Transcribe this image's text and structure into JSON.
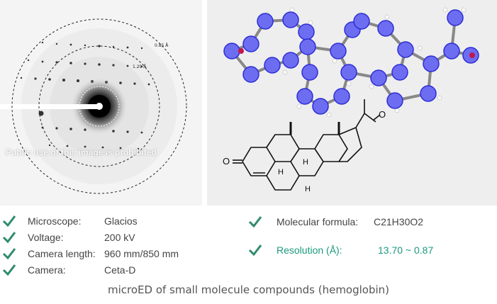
{
  "diffraction": {
    "ring_labels": [
      "0.85 Å",
      "1.29 Å"
    ],
    "watermark": "Public use of this image is prohibited"
  },
  "specs": {
    "microscope": {
      "label": "Microscope:",
      "value": "Glacios"
    },
    "voltage": {
      "label": "Voltage:",
      "value": "200 kV"
    },
    "camera_length": {
      "label": "Camera length:",
      "value": "960 mm/850 mm"
    },
    "camera": {
      "label": "Camera:",
      "value": "Ceta-D"
    }
  },
  "molecule": {
    "formula_label": "Molecular formula:",
    "formula_value": "C21H30O2",
    "resolution_label": "Resolution (Å):",
    "resolution_value": "13.70 ~ 0.87"
  },
  "structure_labels": {
    "oxygen": "O",
    "hydrogen": "H"
  },
  "caption": "microED of small molecule compounds (hemoglobin)",
  "colors": {
    "check": "#2e8b6e",
    "resolution": "#1a9a7c",
    "density_mesh": "#2d2dd6",
    "oxygen_atom": "#c0184a"
  }
}
